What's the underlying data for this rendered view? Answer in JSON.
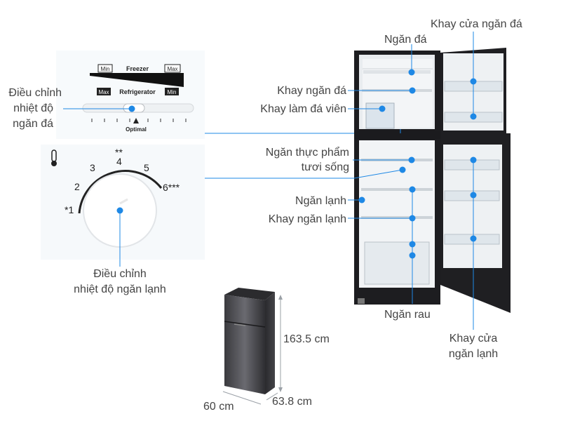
{
  "callouts": {
    "ice_compartment": "Ngăn đá",
    "ice_door_tray": "Khay cửa ngăn đá",
    "ice_tray": "Khay ngăn đá",
    "ice_cube_tray": "Khay làm đá viên",
    "fresh_food_line1": "Ngăn thực phẩm",
    "fresh_food_line2": "tươi sống",
    "fridge_compartment": "Ngăn lạnh",
    "fridge_tray": "Khay ngăn lạnh",
    "vegetable_drawer": "Ngăn rau",
    "fridge_door_tray_line1": "Khay cửa",
    "fridge_door_tray_line2": "ngăn lạnh",
    "freezer_temp_line1": "Điều chỉnh",
    "freezer_temp_line2": "nhiệt độ",
    "freezer_temp_line3": "ngăn đá",
    "fridge_temp_line1": "Điều chỉnh",
    "fridge_temp_line2": "nhiệt độ ngăn lạnh"
  },
  "freezer_control": {
    "freezer_label": "Freezer",
    "refrigerator_label": "Refrigerator",
    "min_top": "Min",
    "max_top": "Max",
    "max_bottom": "Max",
    "min_bottom": "Min",
    "optimal": "Optimal"
  },
  "dial": {
    "n1": "*1",
    "n2": "2",
    "n3": "3",
    "n4": "4",
    "n4_stars": "**",
    "n5": "5",
    "n6": "6***"
  },
  "dimensions": {
    "height": "163.5 cm",
    "width": "60 cm",
    "depth": "63.8 cm"
  },
  "colors": {
    "marker": "#1e88e5",
    "line": "#1e88e5",
    "fridge_body": "#2b2b2e"
  }
}
